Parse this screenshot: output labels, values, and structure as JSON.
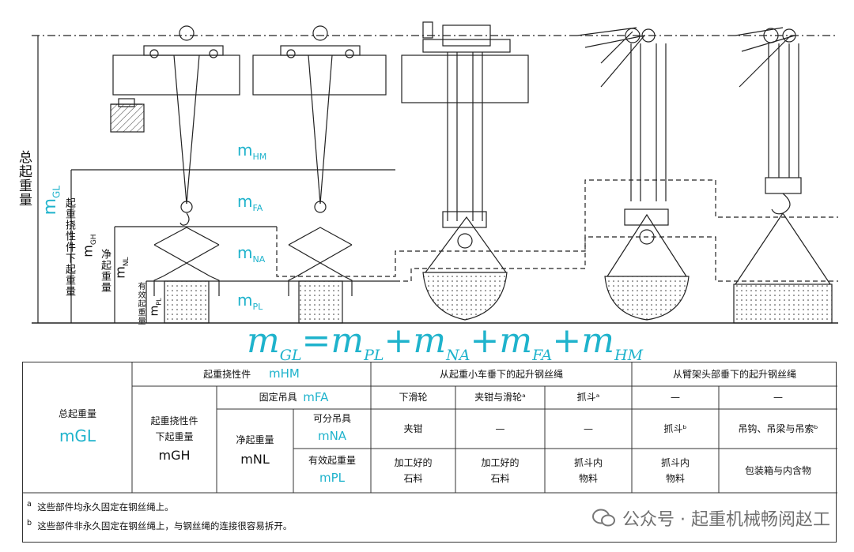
{
  "diagram": {
    "left_labels": {
      "total": "总起重量",
      "flex": "起重挠性件下起重量",
      "net": "净起重量",
      "eff": "有效起重量"
    },
    "symbols": {
      "mGL": "m",
      "mGL_sub": "GL",
      "mGH": "m",
      "mGH_sub": "GH",
      "mNL": "m",
      "mNL_sub": "NL",
      "mPL": "m",
      "mPL_sub": "PL",
      "mHM": "m",
      "mHM_sub": "HM",
      "mFA": "m",
      "mFA_sub": "FA",
      "mNA": "m",
      "mNA_sub": "NA"
    },
    "formula": {
      "lhs": "GL",
      "t1": "PL",
      "t2": "NA",
      "t3": "FA",
      "t4": "HM",
      "m": "m",
      "eq": "=",
      "plus": "+"
    }
  },
  "table": {
    "total_label": "总起重量",
    "total_sym": "mGL",
    "gh_label": "起重挠性件\n下起重量",
    "gh_sym": "mGH",
    "hm_label": "起重挠性件",
    "hm_sym": "mHM",
    "fa_label": "固定吊具",
    "fa_sym": "mFA",
    "nl_label": "净起重量",
    "nl_sym": "mNL",
    "na_label": "可分吊具",
    "na_sym": "mNA",
    "pl_label": "有效起重量",
    "pl_sym": "mPL",
    "trolley_header": "从起重小车垂下的起升钢丝绳",
    "boom_header": "从臂架头部垂下的起升钢丝绳",
    "r1": [
      "下滑轮",
      "夹钳与滑轮ᵃ",
      "抓斗ᵃ",
      "—",
      "—"
    ],
    "r2": [
      "夹钳",
      "—",
      "—",
      "抓斗ᵇ",
      "吊钩、吊梁与吊索ᵇ"
    ],
    "r3": [
      "加工好的\n石料",
      "加工好的\n石料",
      "抓斗内\n物料",
      "抓斗内\n物料",
      "包装箱与内含物"
    ],
    "foot_a_mark": "a",
    "foot_a": "这些部件均永久固定在钢丝绳上。",
    "foot_b_mark": "b",
    "foot_b": "这些部件非永久固定在钢丝绳上，与钢丝绳的连接很容易拆开。"
  },
  "watermark": "公众号 · 起重机械畅阅赵工",
  "colors": {
    "accent": "#1fb3cc",
    "line": "#222222"
  }
}
